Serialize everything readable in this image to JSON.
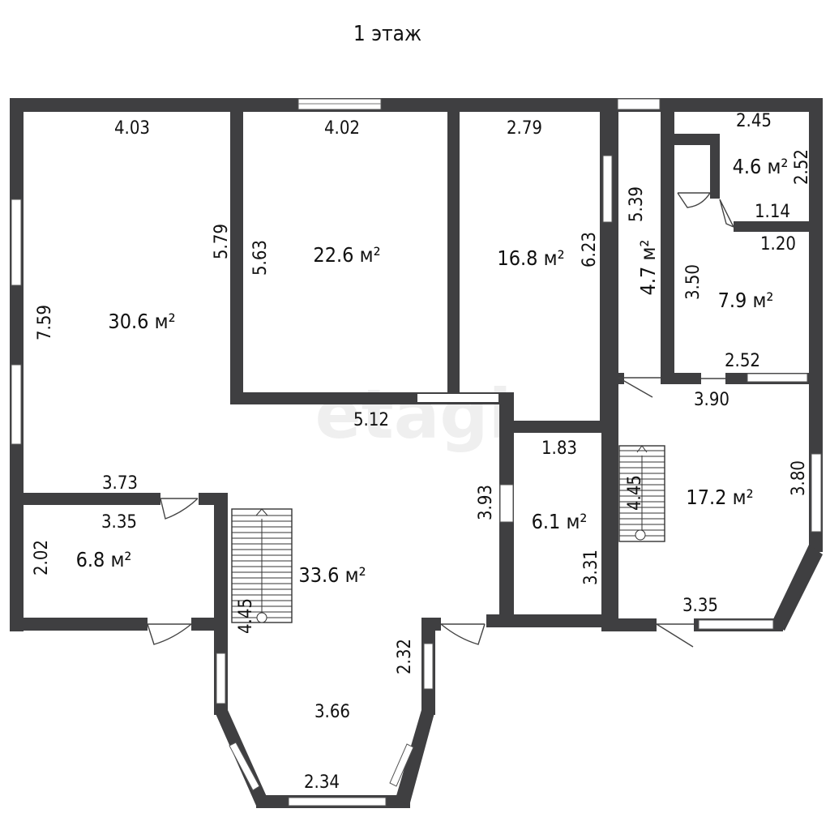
{
  "title": "1 этаж",
  "watermark": "etagi",
  "areas": {
    "living_room": "30.6 м²",
    "room_center": "22.6 м²",
    "room_right": "16.8 м²",
    "corridor": "4.7 м²",
    "small_room_top": "4.6 м²",
    "room_7_9": "7.9 м²",
    "hall": "33.6 м²",
    "small_room_left": "6.8 м²",
    "room_6_1": "6.1 м²",
    "room_17_2": "17.2 м²"
  },
  "dims": {
    "d_4_03": "4.03",
    "d_7_59": "7.59",
    "d_5_79": "5.79",
    "d_4_02": "4.02",
    "d_5_63": "5.63",
    "d_2_79": "2.79",
    "d_6_23": "6.23",
    "d_5_39": "5.39",
    "d_2_45": "2.45",
    "d_2_52_v": "2.52",
    "d_1_14": "1.14",
    "d_1_20": "1.20",
    "d_3_50": "3.50",
    "d_2_52_h": "2.52",
    "d_3_90": "3.90",
    "d_5_12": "5.12",
    "d_1_83": "1.83",
    "d_3_93": "3.93",
    "d_3_31": "3.31",
    "d_4_45_right": "4.45",
    "d_3_80": "3.80",
    "d_3_35_right": "3.35",
    "d_3_73": "3.73",
    "d_3_35_left": "3.35",
    "d_2_02": "2.02",
    "d_4_45_left": "4.45",
    "d_2_32": "2.32",
    "d_3_66": "3.66",
    "d_2_34": "2.34"
  }
}
